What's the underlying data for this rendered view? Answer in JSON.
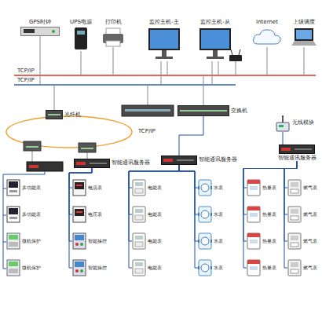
{
  "diagram": {
    "nodes": [
      {
        "text": [
          "GPS时钟"
        ]
      },
      {
        "text": [
          "UPS电源"
        ]
      },
      {
        "text": [
          "打印机"
        ]
      },
      {
        "text": [
          "监控主机-主"
        ]
      },
      {
        "text": [
          "监控主机-从"
        ]
      },
      {
        "text": [
          "Internet"
        ]
      },
      {
        "text": [
          "上级调度"
        ]
      },
      {
        "text": [
          "光纤机"
        ]
      },
      {
        "text": [
          "交换机"
        ]
      },
      {
        "text": [
          "智能通讯服务器"
        ]
      },
      {
        "text": [
          "智能通讯服务器"
        ]
      },
      {
        "text": [
          "无线模块"
        ]
      },
      {
        "text": [
          "智能通讯服务器"
        ]
      },
      {
        "text": [
          "多功能表"
        ]
      },
      {
        "text": [
          "多功能表"
        ]
      },
      {
        "text": [
          "微机保护"
        ]
      },
      {
        "text": [
          "微机保护"
        ]
      },
      {
        "text": [
          "电流表"
        ]
      },
      {
        "text": [
          "电压表"
        ]
      },
      {
        "text": [
          "智能操控"
        ]
      },
      {
        "text": [
          "智能操控"
        ]
      },
      {
        "text": [
          "电能表"
        ]
      },
      {
        "text": [
          "电能表"
        ]
      },
      {
        "text": [
          "电能表"
        ]
      },
      {
        "text": [
          "电能表"
        ]
      },
      {
        "text": [
          "水表"
        ]
      },
      {
        "text": [
          "水表"
        ]
      },
      {
        "text": [
          "水表"
        ]
      },
      {
        "text": [
          "水表"
        ]
      },
      {
        "text": [
          "热量表"
        ]
      },
      {
        "text": [
          "热量表"
        ]
      },
      {
        "text": [
          "热量表"
        ]
      },
      {
        "text": [
          "热量表"
        ]
      },
      {
        "text": [
          "燃气表"
        ]
      },
      {
        "text": [
          "燃气表"
        ]
      },
      {
        "text": [
          "燃气表"
        ]
      },
      {
        "text": [
          "燃气表"
        ]
      }
    ],
    "edges": [
      {
        "from": 8,
        "to": 10,
        "arrow": "none"
      },
      {
        "from": 11,
        "to": 12,
        "arrow": "none"
      },
      {
        "from": 9,
        "to": 17,
        "arrow": "none"
      },
      {
        "from": 9,
        "to": 18,
        "arrow": "none"
      },
      {
        "from": 9,
        "to": 19,
        "arrow": "none"
      },
      {
        "from": 9,
        "to": 20,
        "arrow": "none"
      },
      {
        "from": 10,
        "to": 21,
        "arrow": "none"
      },
      {
        "from": 10,
        "to": 22,
        "arrow": "none"
      },
      {
        "from": 10,
        "to": 23,
        "arrow": "none"
      },
      {
        "from": 10,
        "to": 24,
        "arrow": "none"
      },
      {
        "from": 10,
        "to": 25,
        "arrow": "none"
      },
      {
        "from": 10,
        "to": 26,
        "arrow": "none"
      },
      {
        "from": 10,
        "to": 27,
        "arrow": "none"
      },
      {
        "from": 10,
        "to": 28,
        "arrow": "none"
      },
      {
        "from": 12,
        "to": 29,
        "arrow": "none"
      },
      {
        "from": 12,
        "to": 30,
        "arrow": "none"
      },
      {
        "from": 12,
        "to": 31,
        "arrow": "none"
      },
      {
        "from": 12,
        "to": 32,
        "arrow": "none"
      },
      {
        "from": 12,
        "to": 33,
        "arrow": "none"
      },
      {
        "from": 12,
        "to": 34,
        "arrow": "none"
      },
      {
        "from": 12,
        "to": 35,
        "arrow": "none"
      },
      {
        "from": 12,
        "to": 36,
        "arrow": "none"
      }
    ],
    "labels": [
      "TCP/IP",
      "TCP/IP",
      "TCP/IP"
    ]
  }
}
